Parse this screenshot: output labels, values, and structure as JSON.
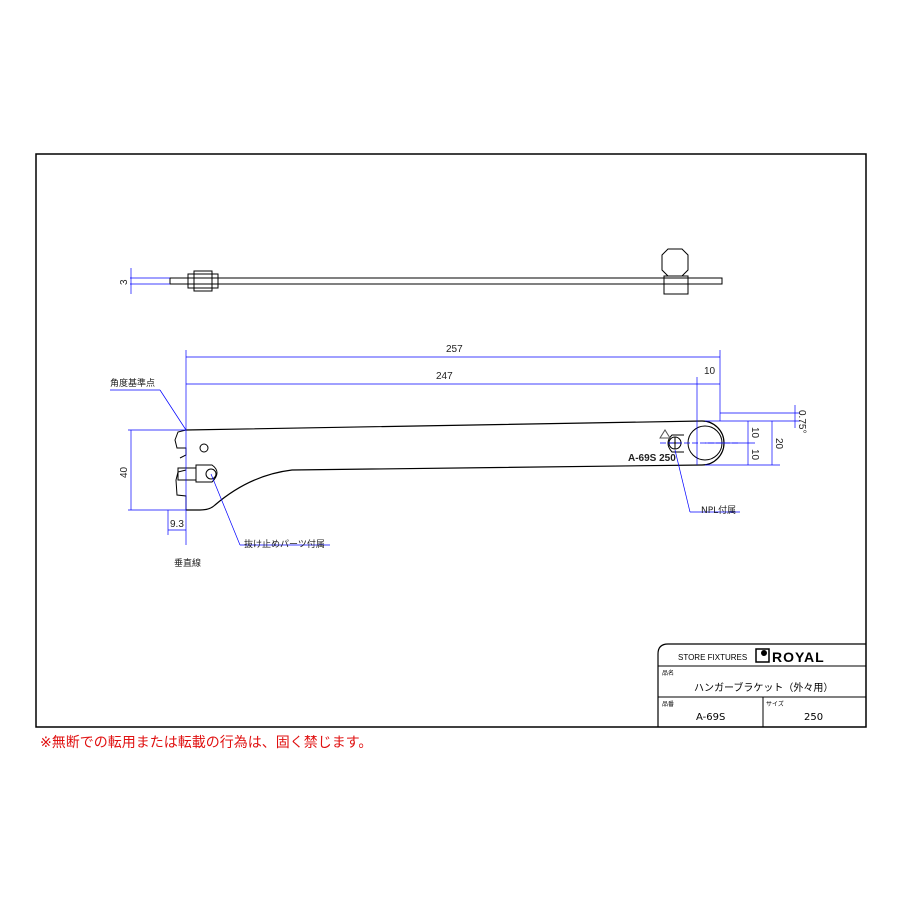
{
  "drawing": {
    "top_view_dim": "3",
    "dims": {
      "overall": "257",
      "inner": "247",
      "end_offset": "10",
      "height": "40",
      "hook_offset": "9.3",
      "half_upper": "10",
      "half_lower": "10",
      "end_height": "20",
      "angle": "0.75°"
    },
    "labels": {
      "angle_ref": "角度基準点",
      "vertical_line": "垂直線",
      "stopper": "抜け止めパーツ付属",
      "npl": "NPL付属",
      "stamp": "A-69S 250"
    }
  },
  "title_block": {
    "company_tag": "STORE FIXTURES",
    "brand": "ROYAL",
    "name_label": "品名",
    "name_value": "ハンガーブラケット（外々用）",
    "code_label": "品番",
    "code_value": "A-69S",
    "size_label": "サイズ",
    "size_value": "250"
  },
  "warning": "※無断での転用または転載の行為は、固く禁じます。"
}
